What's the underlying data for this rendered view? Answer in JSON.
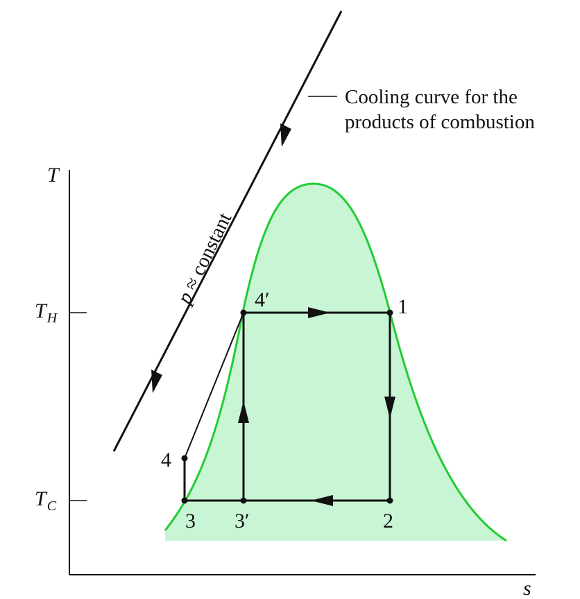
{
  "axes": {
    "y_label": "T",
    "x_label": "s",
    "th_main": "T",
    "th_sub": "H",
    "tc_main": "T",
    "tc_sub": "C"
  },
  "states": {
    "p1": "1",
    "p2": "2",
    "p3": "3",
    "p3prime": "3′",
    "p4": "4",
    "p4prime": "4′"
  },
  "annotations": {
    "cooling_line1": "Cooling curve for the",
    "cooling_line2": "products of combustion",
    "pressure_main": "p",
    "pressure_rest": " ≈ constant"
  },
  "colors": {
    "dome_fill": "#c8f5d4",
    "dome_stroke": "#22cc33",
    "lines": "#111111"
  }
}
